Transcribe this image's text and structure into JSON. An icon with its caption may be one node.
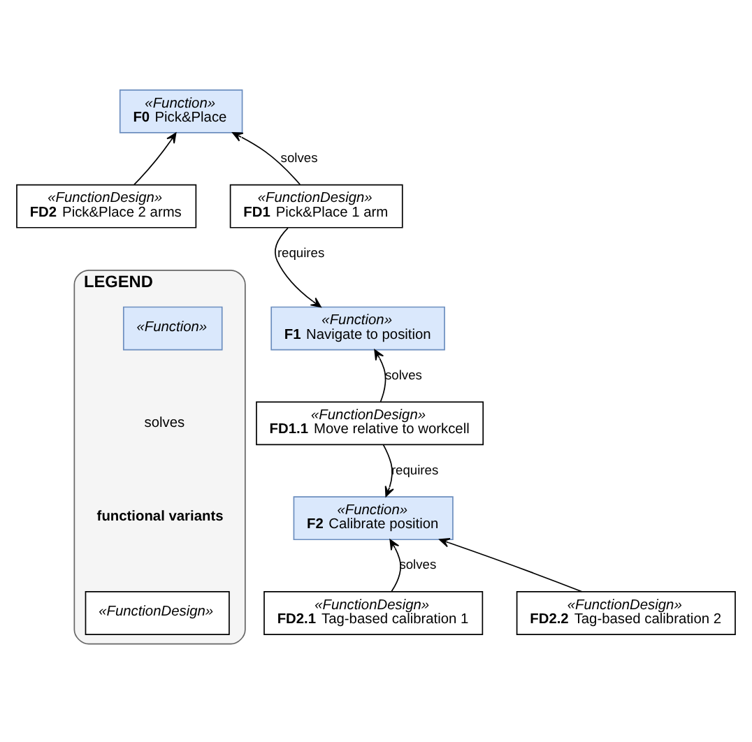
{
  "diagram": {
    "nodes": [
      {
        "text": [
          "«Function»",
          "**F0** Pick&Place"
        ]
      },
      {
        "text": [
          "«FunctionDesign»",
          "**FD1** Pick&Place 1 arm"
        ]
      },
      {
        "text": [
          "«FunctionDesign»",
          "**FD2** Pick&Place 2 arms"
        ]
      },
      {
        "text": [
          "«Function»",
          "**F1** Navigate to position"
        ]
      },
      {
        "text": [
          "«FunctionDesign»",
          "**FD1.1** Move relative to workcell"
        ]
      },
      {
        "text": [
          "«Function»",
          "**F2** Calibrate position"
        ]
      },
      {
        "text": [
          "«FunctionDesign»",
          "**FD2.1** Tag-based calibration 1"
        ]
      },
      {
        "text": [
          "«FunctionDesign»",
          "**FD2.2** Tag-based calibration 2"
        ]
      },
      {
        "text": [
          "LEGEND"
        ]
      },
      {
        "text": [
          "«Function»"
        ],
        "in": 8
      },
      {
        "text": [
          "«FunctionDesign»"
        ],
        "in": 8
      }
    ],
    "edges": [
      {
        "from": 1,
        "to": 0,
        "arrow": "to",
        "label": "solves"
      },
      {
        "from": 2,
        "to": 0,
        "arrow": "to"
      },
      {
        "from": 1,
        "to": 3,
        "arrow": "to",
        "label": "requires"
      },
      {
        "from": 4,
        "to": 3,
        "arrow": "to",
        "label": "solves"
      },
      {
        "from": 4,
        "to": 5,
        "arrow": "to",
        "label": "requires"
      },
      {
        "from": 6,
        "to": 5,
        "arrow": "to",
        "label": "solves"
      },
      {
        "from": 7,
        "to": 5,
        "arrow": "to"
      }
    ],
    "labels": [
      "solves"
    ],
    "legend": [
      {
        "text": "functional variants"
      }
    ]
  }
}
